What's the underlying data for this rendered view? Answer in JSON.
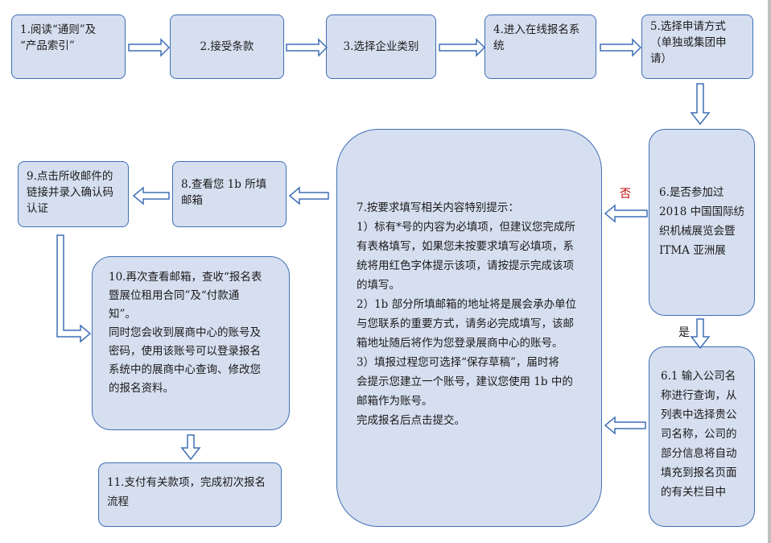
{
  "steps": {
    "s1": "1.阅读“通则”及\n“产品索引”",
    "s2": "2.接受条款",
    "s3": "3.选择企业类别",
    "s4": "4.进入在线报名系\n统",
    "s5": "5.选择申请方式\n（单独或集团申\n请）",
    "s6": "6.是否参加过\n2018 中国国际纺\n织机械展览会暨\nITMA 亚洲展",
    "s6_1": "6.1 输入公司名\n称进行查询，从\n列表中选择贵公\n司名称，公司的\n部分信息将自动\n填充到报名页面\n的有关栏目中",
    "s7": "7.按要求填写相关内容特别提示：\n1）标有*号的内容为必填项，但建议您完成所\n有表格填写，如果您未按要求填写必填项，系\n统将用红色字体提示该项，请按提示完成该项\n的填写。\n2）1b 部分所填邮箱的地址将是展会承办单位\n与您联系的重要方式，请务必完成填写，该邮\n箱地址随后将作为您登录展商中心的账号。\n3）填报过程您可选择“保存草稿”，届时将\n会提示您建立一个账号，建议您使用 1b 中的\n邮箱作为账号。\n完成报名后点击提交。",
    "s8": "8.查看您 1b 所填\n邮箱",
    "s9": "9.点击所收邮件的\n链接并录入确认码\n认证",
    "s10": "10.再次查看邮箱，查收“报名表\n暨展位租用合同”及“付款通\n知”。\n同时您会收到展商中心的账号及\n密码，使用该账号可以登录报名\n系统中的展商中心查询、修改您\n的报名资料。",
    "s11": "11.支付有关款项，完成初次报名\n流程"
  },
  "labels": {
    "no": "否",
    "yes": "是"
  },
  "colors": {
    "box_fill": "#d6dff0",
    "box_border": "#3f6fb5",
    "no_label": "#c00000"
  }
}
